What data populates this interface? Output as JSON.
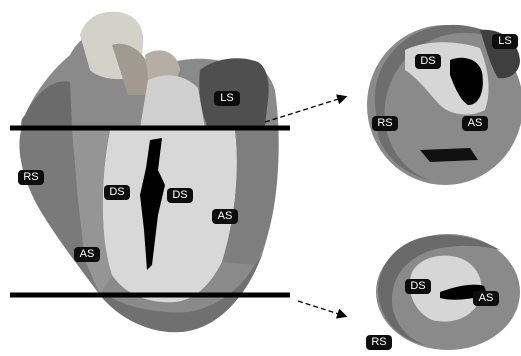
{
  "labels": {
    "heart_ls": "LS",
    "heart_rs": "RS",
    "heart_ds_left": "DS",
    "heart_ds_right": "DS",
    "heart_as_right": "AS",
    "heart_as_left": "AS",
    "top_slice_ds": "DS",
    "top_slice_ls": "LS",
    "top_slice_rs": "RS",
    "top_slice_as": "AS",
    "bottom_slice_ds": "DS",
    "bottom_slice_as": "AS",
    "bottom_slice_rs": "RS"
  },
  "colors": {
    "muscle": "#8a8a8a",
    "muscle_dark": "#6b6b6b",
    "muscle_light": "#a8a8a8",
    "septum_fill": "#d8d8d8",
    "cavity": "#000000",
    "cut_line": "#000000",
    "label_bg": "#0d0d0d",
    "label_text": "#ffffff"
  }
}
